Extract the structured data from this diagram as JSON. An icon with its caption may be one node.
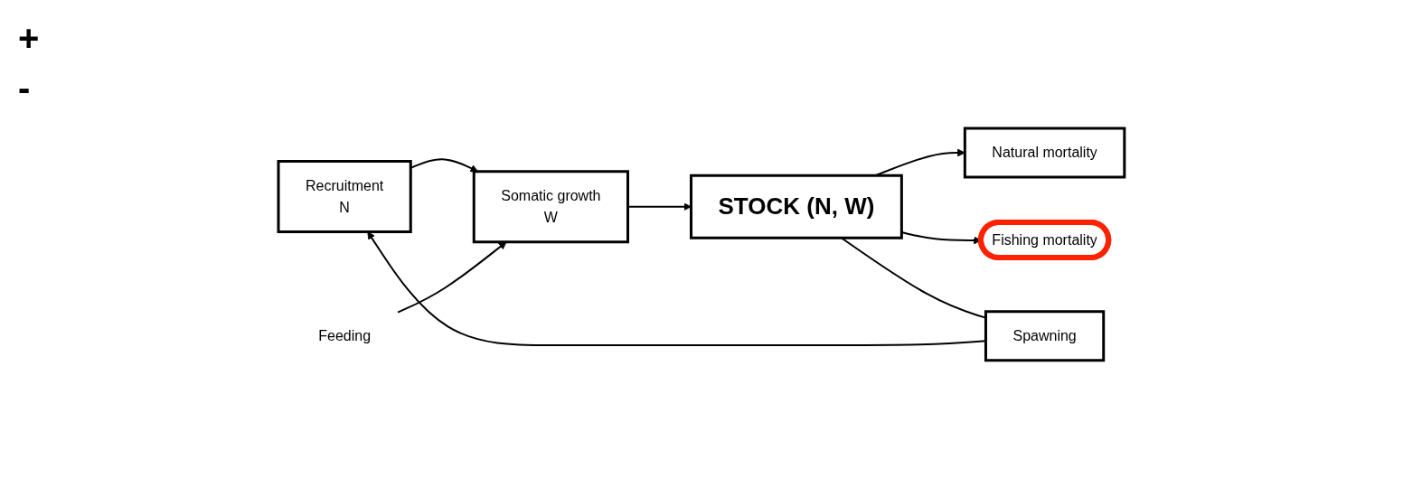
{
  "diagram": {
    "nodes": [
      {
        "text": [
          "Recruitment",
          "N"
        ]
      },
      {
        "text": [
          "Somatic growth",
          "W"
        ]
      },
      {
        "text": [
          "STOCK (N, W)"
        ]
      },
      {
        "text": [
          "Natural mortality"
        ]
      },
      {
        "text": [
          "Fishing mortality"
        ]
      },
      {
        "text": [
          "Feeding"
        ]
      },
      {
        "text": [
          "Spawning"
        ]
      }
    ],
    "edges": [
      {
        "from": 0,
        "to": 1,
        "arrow": "to"
      },
      {
        "from": 1,
        "to": 2,
        "arrow": "to"
      },
      {
        "from": 2,
        "to": 3,
        "arrow": "to"
      },
      {
        "from": 2,
        "to": 4,
        "arrow": "to"
      },
      {
        "from": 5,
        "to": 1,
        "arrow": "to"
      },
      {
        "from": 2,
        "to": 6,
        "arrow": "none"
      },
      {
        "from": 6,
        "to": 0,
        "arrow": "to"
      }
    ],
    "labels": [
      "+",
      "-"
    ]
  }
}
